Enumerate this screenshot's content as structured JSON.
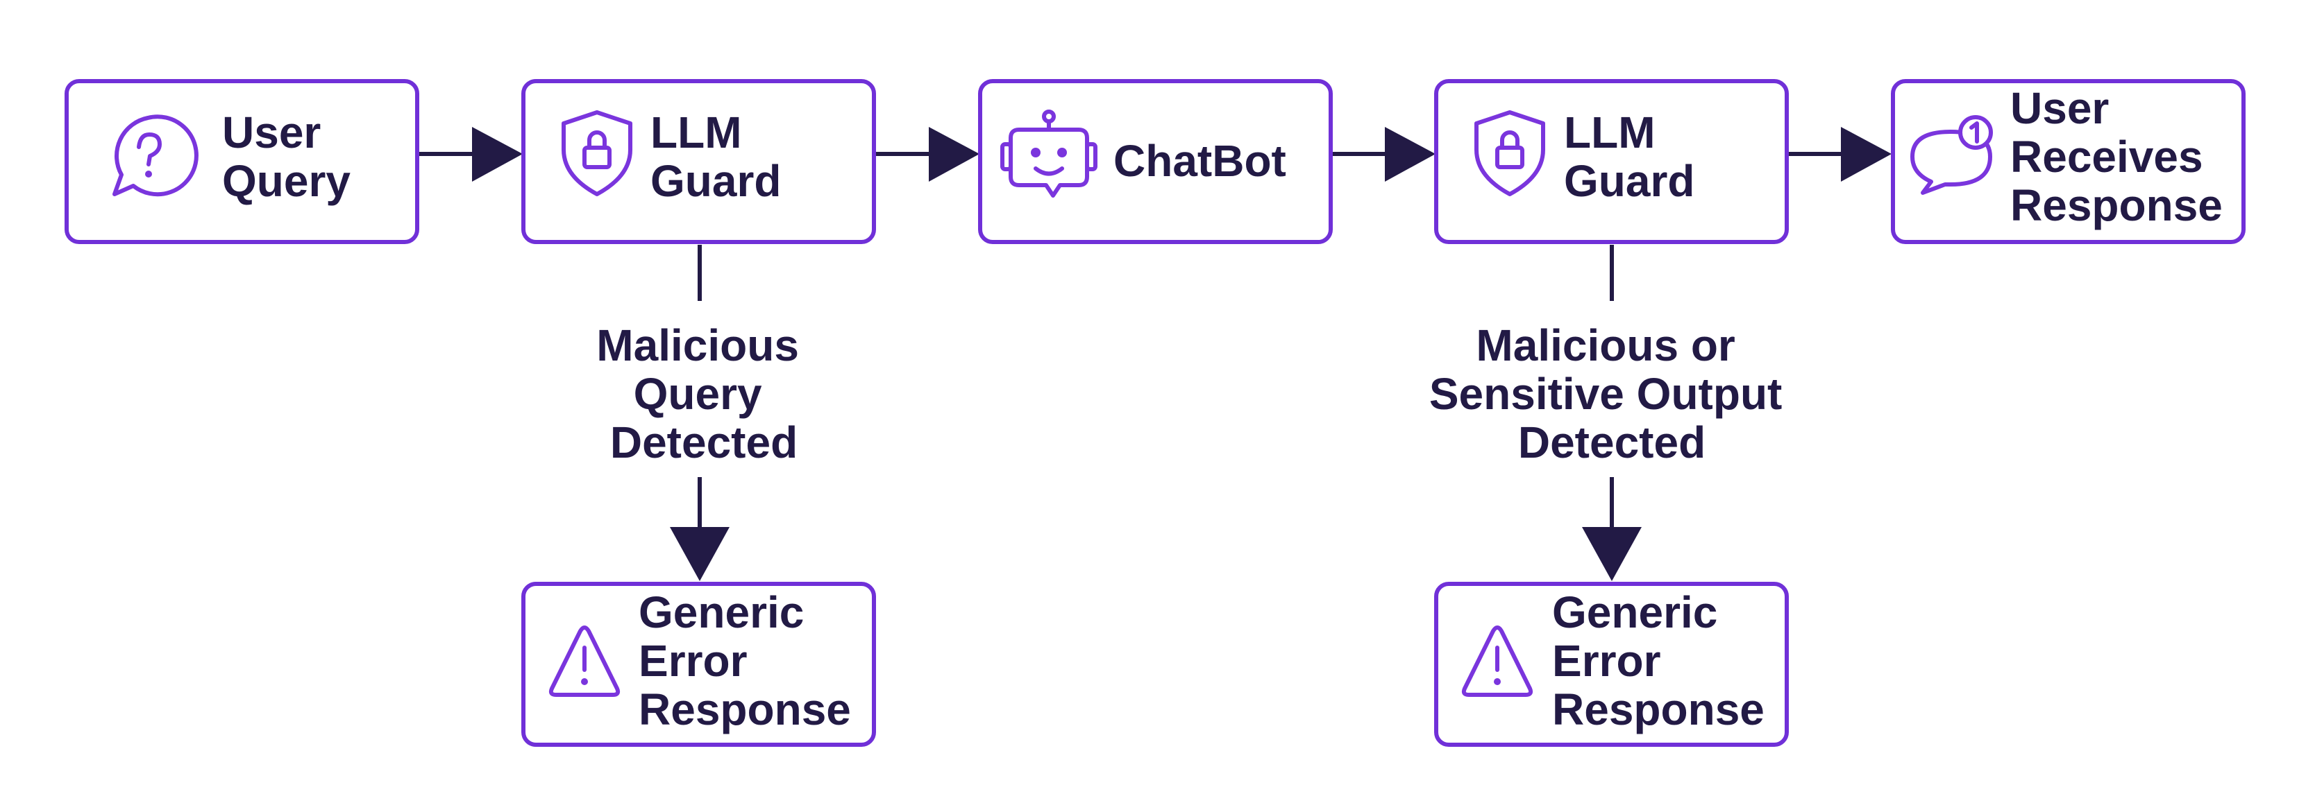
{
  "colors": {
    "node_border": "#7030d8",
    "icon": "#7a35dd",
    "text": "#221a45",
    "arrow": "#221a45",
    "background": "#ffffff"
  },
  "nodes": {
    "user_query": {
      "icon": "question-chat-bubble-icon",
      "lines": [
        "User",
        "Query"
      ]
    },
    "llm_guard_input": {
      "icon": "shield-lock-icon",
      "lines": [
        "LLM",
        "Guard"
      ]
    },
    "chatbot": {
      "icon": "robot-icon",
      "lines": [
        "ChatBot"
      ]
    },
    "llm_guard_output": {
      "icon": "shield-lock-icon",
      "lines": [
        "LLM",
        "Guard"
      ]
    },
    "user_receives_response": {
      "icon": "chat-bubble-notification-icon",
      "lines": [
        "User",
        "Receives",
        "Response"
      ]
    },
    "error_response_input": {
      "icon": "warning-triangle-icon",
      "lines": [
        "Generic",
        "Error",
        "Response"
      ]
    },
    "error_response_output": {
      "icon": "warning-triangle-icon",
      "lines": [
        "Generic",
        "Error",
        "Response"
      ]
    }
  },
  "edges": {
    "input_detected": {
      "lines": [
        "Malicious",
        "Query",
        "Detected"
      ]
    },
    "output_detected": {
      "lines": [
        "Malicious or",
        "Sensitive Output",
        "Detected"
      ]
    }
  }
}
